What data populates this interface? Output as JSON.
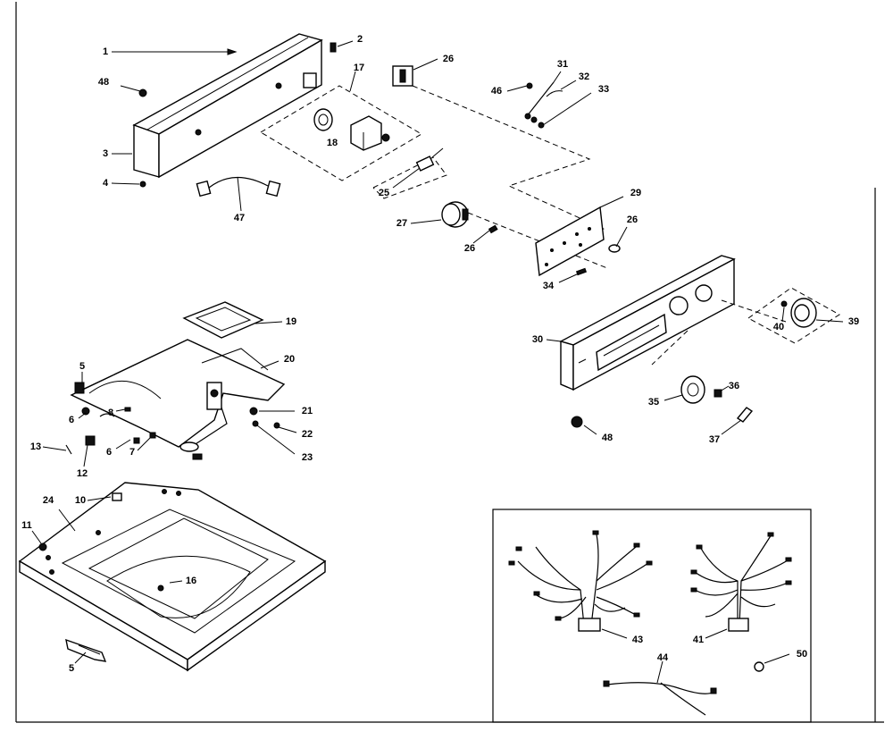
{
  "diagram": {
    "labels": {
      "p1": "1",
      "p2": "2",
      "p3": "3",
      "p4": "4",
      "p5a": "5",
      "p5b": "5",
      "p6a": "6",
      "p6b": "6",
      "p7": "7",
      "p8": "8",
      "p10": "10",
      "p11": "11",
      "p12": "12",
      "p13": "13",
      "p16": "16",
      "p17": "17",
      "p18": "18",
      "p19": "19",
      "p20": "20",
      "p21": "21",
      "p22": "22",
      "p23": "23",
      "p24": "24",
      "p25": "25",
      "p26a": "26",
      "p26b": "26",
      "p26c": "26",
      "p27": "27",
      "p29": "29",
      "p30": "30",
      "p31": "31",
      "p32": "32",
      "p33": "33",
      "p34": "34",
      "p35": "35",
      "p36": "36",
      "p37": "37",
      "p39": "39",
      "p40": "40",
      "p41": "41",
      "p43": "43",
      "p44": "44",
      "p46": "46",
      "p47": "47",
      "p48a": "48",
      "p48b": "48",
      "p50": "50"
    }
  }
}
